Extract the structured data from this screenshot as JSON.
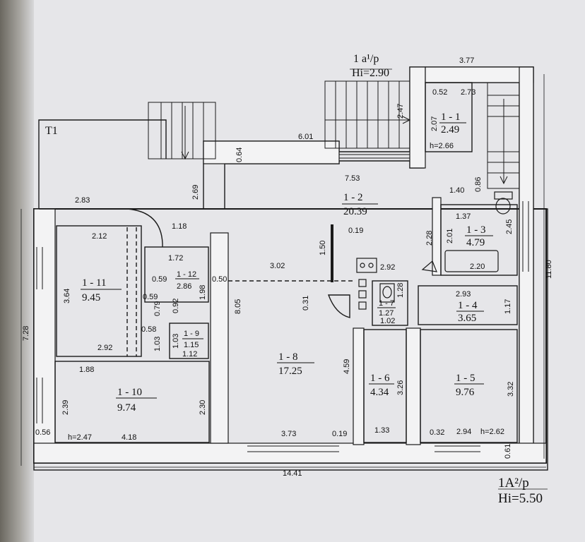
{
  "headers": {
    "top_block": "1 а¹/р",
    "top_height": "Hi=2.90",
    "bottom_block": "1А²/р",
    "bottom_height": "Hi=5.50",
    "terrace": "Т1"
  },
  "rooms": {
    "r1_1": {
      "id": "1 - 1",
      "area": "2.49",
      "height": "h=2.66"
    },
    "r1_2": {
      "id": "1 - 2",
      "area": "20.39"
    },
    "r1_3": {
      "id": "1 - 3",
      "area": "4.79"
    },
    "r1_4": {
      "id": "1 - 4",
      "area": "3.65"
    },
    "r1_5": {
      "id": "1 - 5",
      "area": "9.76",
      "height": "h=2.62"
    },
    "r1_6": {
      "id": "1 - 6",
      "area": "4.34"
    },
    "r1_7": {
      "id": "1 - 7",
      "area": "1.27"
    },
    "r1_8": {
      "id": "1 - 8",
      "area": "17.25"
    },
    "r1_9": {
      "id": "1 - 9",
      "area": "1.15"
    },
    "r1_10": {
      "id": "1 - 10",
      "area": "9.74",
      "height": "h=2.47"
    },
    "r1_11": {
      "id": "1 - 11",
      "area": "9.45"
    },
    "r1_12": {
      "id": "1 - 12",
      "area": "2.86"
    }
  },
  "dims": {
    "d_377": "3.77",
    "d_052": "0.52",
    "d_273": "2.73",
    "d_247": "2.47",
    "d_207": "2.07",
    "d_601": "6.01",
    "d_064": "0.64",
    "d_753": "7.53",
    "d_269": "2.69",
    "d_283": "2.83",
    "d_140": "1.40",
    "d_086": "0.86",
    "d_137": "1.37",
    "d_201": "2.01",
    "d_245": "2.45",
    "d_220": "2.20",
    "d_228": "2.28",
    "d_118": "1.18",
    "d_212": "2.12",
    "d_019a": "0.19",
    "d_150": "1.50",
    "d_172": "1.72",
    "d_302": "3.02",
    "d_292": "2.92",
    "d_1180": "11.80",
    "d_059a": "0.59",
    "d_198": "1.98",
    "d_050": "0.50",
    "d_364": "3.64",
    "d_059b": "0.59",
    "d_092": "0.92",
    "d_079": "0.79",
    "d_805": "8.05",
    "d_031": "0.31",
    "d_128": "1.28",
    "d_102": "1.02",
    "d_293": "2.93",
    "d_117": "1.17",
    "d_728": "7.28",
    "d_058": "0.58",
    "d_103a": "1.03",
    "d_103b": "1.03",
    "d_112": "1.12",
    "d_292b": "2.92",
    "d_459": "4.59",
    "d_326": "3.26",
    "d_332": "3.32",
    "d_188": "1.88",
    "d_239": "2.39",
    "d_230": "2.30",
    "d_056": "0.56",
    "d_418": "4.18",
    "d_373": "3.73",
    "d_019b": "0.19",
    "d_133": "1.33",
    "d_032": "0.32",
    "d_294": "2.94",
    "d_061": "0.61",
    "d_1441": "14.41"
  }
}
